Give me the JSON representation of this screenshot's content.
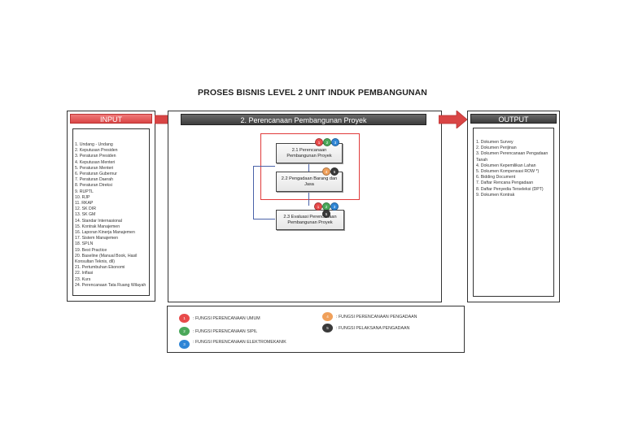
{
  "title": "PROSES BISNIS LEVEL 2 UNIT INDUK PEMBANGUNAN",
  "input": {
    "header": "INPUT",
    "items": [
      "1. Undang - Undang",
      "2. Keputusan Presiden",
      "3. Peraturan Presiden",
      "4. Keputusan Menteri",
      "5. Peraturan Menteri",
      "6. Peraturan Gubernur",
      "7. Peraturan Daerah",
      "8. Peraturan Direksi",
      "9. RUPTL",
      "10. RJP",
      "11. RKAP",
      "12. SK DIR",
      "13. SK GM",
      "14. Standar Internasional",
      "15. Kontrak Manajemen",
      "16. Laporan Kinerja Manajemen",
      "17. Sistem Manajemen",
      "18. SPLN",
      "19. Best Practice",
      "20. Baseline (Manual Book, Hasil Konsultan Teknis, dll)",
      "21. Pertumbuhan Ekonomi",
      "22. Inflasi",
      "23. Kurs",
      "24. Perencanaan Tata Ruang Wilayah"
    ]
  },
  "process": {
    "header": "2. Perencanaan Pembangunan Proyek",
    "boxes": [
      {
        "label": "2.1 Perencanaan Pembangunan Proyek",
        "badges": [
          "1",
          "2",
          "3"
        ]
      },
      {
        "label": "2.2 Pengadaan Barang dan Jasa",
        "badges": [
          "4",
          "5"
        ]
      },
      {
        "label": "2.3 Evaluasi Perencanaan Pembangunan Proyek",
        "badges": [
          "1",
          "2",
          "3",
          "5"
        ]
      }
    ]
  },
  "output": {
    "header": "OUTPUT",
    "items": [
      "1. Dokumen Survey",
      "2. Dokumen Perijinan",
      "3. Dokumen Perencanaan Pengadaan Tanah",
      "4. Dokumen Kepemilikan Lahan",
      "5. Dokumen Kompensasi ROW *)",
      "6. Bidding Document",
      "7. Daftar Rencana Pengadaan",
      "8. Daftar Penyedia Terseleksi (DPT)",
      "9. Dokumen Kontrak"
    ]
  },
  "legend": [
    {
      "num": "1",
      "label": ": FUNGSI PERENCANAAN UMUM",
      "color": "#e84a4a"
    },
    {
      "num": "2",
      "label": ": FUNGSI PERENCANAAN SIPIL",
      "color": "#4aa85a"
    },
    {
      "num": "3",
      "label": ": FUNGSI PERENCANAAN ELEKTROMEKANIK",
      "color": "#2f86d6"
    },
    {
      "num": "4",
      "label": ": FUNGSI PERENCANAAN PENGADAAN",
      "color": "#f0a05a"
    },
    {
      "num": "5",
      "label": ": FUNGSI PELAKSANA PENGADAAN",
      "color": "#3a3a3a"
    }
  ],
  "colors": {
    "badge_1": "#e84a4a",
    "badge_2": "#4aa85a",
    "badge_3": "#2f86d6",
    "badge_4": "#f0a05a",
    "badge_5": "#3a3a3a",
    "arrow": "#d94545",
    "highlight_border": "#e03a3a",
    "connector": "#4a62a8"
  }
}
